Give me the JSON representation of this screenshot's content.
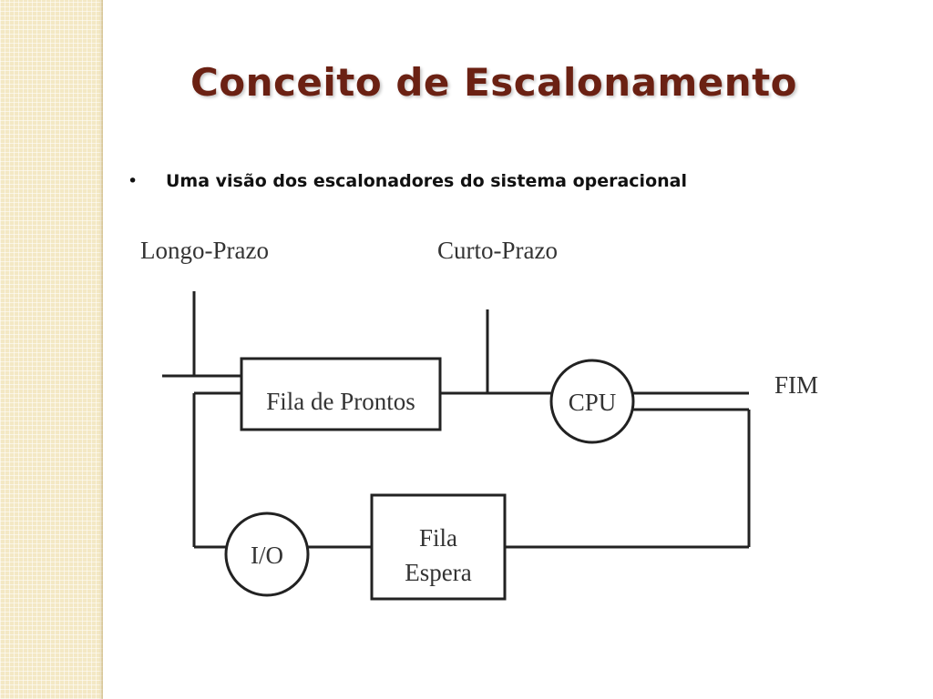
{
  "slide": {
    "title": "Conceito de Escalonamento",
    "bullet": "Uma visão dos escalonadores do sistema operacional",
    "bullet_marker": "•"
  },
  "diagram": {
    "label_long_term": "Longo-Prazo",
    "label_short_term": "Curto-Prazo",
    "ready_queue": "Fila de Prontos",
    "cpu": "CPU",
    "end": "FIM",
    "io": "I/O",
    "wait_queue_line1": "Fila",
    "wait_queue_line2": "Espera"
  },
  "colors": {
    "title": "#6b2113",
    "strip": "#f3e8c4",
    "stroke": "#222222"
  }
}
